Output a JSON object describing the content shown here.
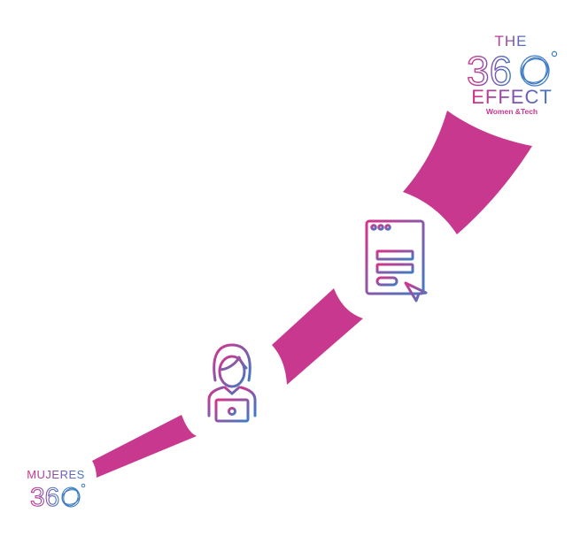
{
  "brand_top": {
    "line1": "THE",
    "digits": "36",
    "line3": "EFFECT",
    "tagline": "Women &Tech"
  },
  "brand_bottom": {
    "line1": "MUJERES",
    "digits": "36"
  },
  "colors": {
    "magenta": "#c8388f",
    "pink": "#d6338a",
    "blue": "#3f7cc4",
    "purple": "#7e54b0"
  },
  "icons": {
    "top_right_logo": "the-360-effect-logo",
    "bottom_left_logo": "mujeres-360-logo",
    "path_steps": [
      "woman-laptop-icon",
      "browser-form-cursor-icon"
    ]
  }
}
